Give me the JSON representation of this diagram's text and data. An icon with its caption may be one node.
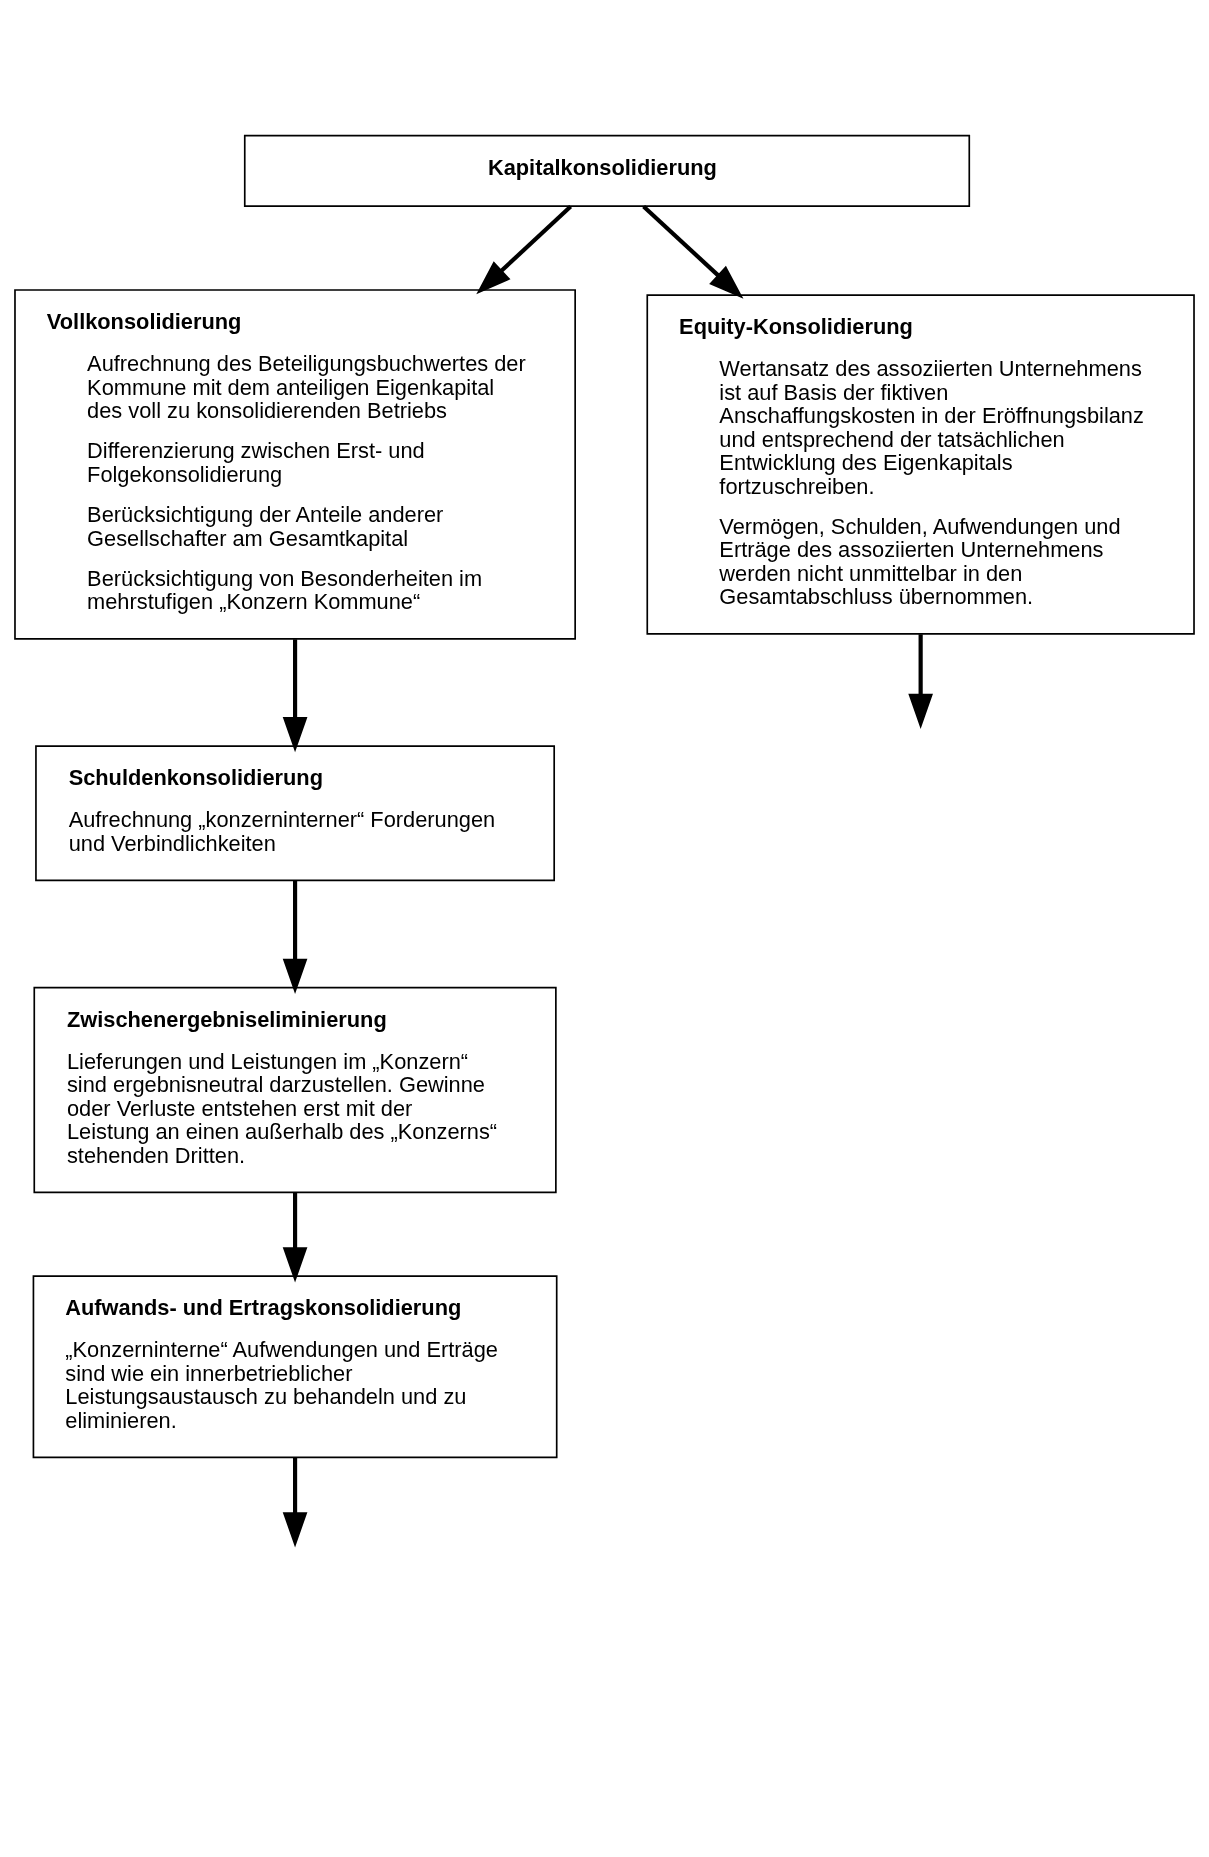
{
  "diagram": {
    "nodes": [
      {
        "text": [
          "Kapitalkonsolidierung"
        ]
      },
      {
        "text": [
          "Vollkonsolidierung",
          "Aufrechnung des Beteiligungsbuchwertes der Kommune mit dem anteiligen Eigenkapital des voll zu konsolidierenden Betriebs",
          "Differenzierung zwischen Erst- und Folgekonsolidierung",
          "Berücksichtigung der Anteile anderer Gesellschafter am Gesamtkapital",
          "Berücksichtigung von Besonderheiten im mehrstufigen „Konzern Kommune“"
        ]
      },
      {
        "text": [
          "Equity-Konsolidierung",
          "Wertansatz des assoziierten Unternehmens ist auf Basis der fiktiven Anschaffungskosten in der Eröffnungsbilanz und entsprechend der tatsächlichen Entwicklung des Eigenkapitals fortzuschreiben.",
          "Vermögen, Schulden, Aufwendungen und Erträge des assoziierten Unternehmens werden nicht unmittelbar in den Gesamtabschluss übernommen."
        ]
      },
      {
        "text": [
          "Schuldenkonsolidierung",
          "Aufrechnung „konzerninterner“ Forderungen und Verbindlichkeiten"
        ]
      },
      {
        "text": [
          "Zwischenergebniseliminierung",
          "Lieferungen und Leistungen im „Konzern“ sind ergebnisneutral darzustellen. Gewinne oder Verluste entstehen erst mit der Leistung an einen außerhalb des „Konzerns“ stehenden Dritten."
        ]
      },
      {
        "text": [
          "Aufwands- und Ertragskonsolidierung",
          "„Konzerninterne“ Aufwendungen und Erträge sind wie ein innerbetrieblicher Leistungsaustausch zu behandeln und zu eliminieren."
        ]
      }
    ],
    "edges": [
      {
        "from": 0,
        "to": 1,
        "arrow": "to"
      },
      {
        "from": 0,
        "to": 2,
        "arrow": "to"
      },
      {
        "from": 1,
        "to": 3,
        "arrow": "to"
      },
      {
        "from": 2,
        "to": null,
        "arrow": "to"
      },
      {
        "from": 3,
        "to": 4,
        "arrow": "to"
      },
      {
        "from": 4,
        "to": 5,
        "arrow": "to"
      },
      {
        "from": 5,
        "to": null,
        "arrow": "to"
      }
    ]
  }
}
